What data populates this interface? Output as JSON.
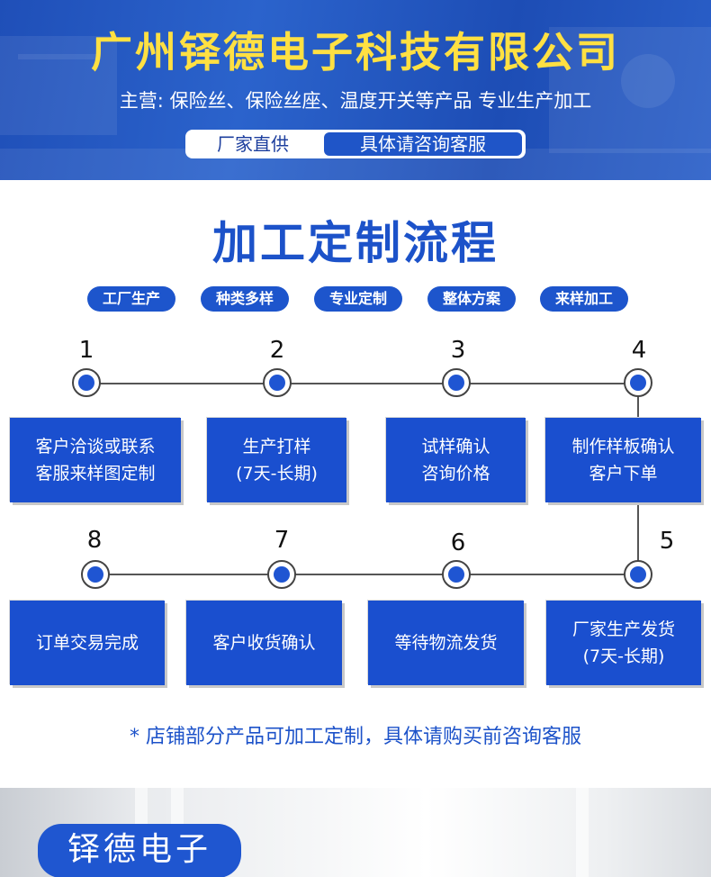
{
  "header": {
    "company": "广州铎德电子科技有限公司",
    "tagline": "主营: 保险丝、保险丝座、温度开关等产品 专业生产加工",
    "pill_left": "厂家直供",
    "pill_right": "具体请咨询客服"
  },
  "section": {
    "title": "加工定制流程",
    "tags": [
      "工厂生产",
      "种类多样",
      "专业定制",
      "整体方案",
      "来样加工"
    ]
  },
  "steps": [
    {
      "num": "1",
      "line1": "客户洽谈或联系",
      "line2": "客服来样图定制"
    },
    {
      "num": "2",
      "line1": "生产打样",
      "line2": "(7天-长期)"
    },
    {
      "num": "3",
      "line1": "试样确认",
      "line2": "咨询价格"
    },
    {
      "num": "4",
      "line1": "制作样板确认",
      "line2": "客户下单"
    },
    {
      "num": "5",
      "line1": "厂家生产发货",
      "line2": "(7天-长期)"
    },
    {
      "num": "6",
      "line1": "等待物流发货",
      "line2": ""
    },
    {
      "num": "7",
      "line1": "客户收货确认",
      "line2": ""
    },
    {
      "num": "8",
      "line1": "订单交易完成",
      "line2": ""
    }
  ],
  "note": "* 店铺部分产品可加工定制，具体请购买前咨询客服",
  "footer": {
    "badge": "铎德电子"
  },
  "colors": {
    "brand_blue": "#1c52c9",
    "title_yellow": "#ffe042",
    "box_blue": "#1a4fcf"
  }
}
